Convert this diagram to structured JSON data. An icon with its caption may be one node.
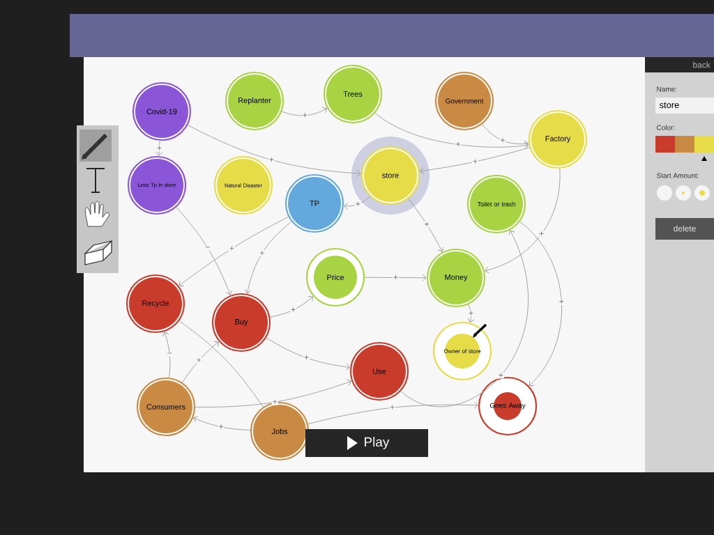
{
  "diagram": {
    "nodes": [
      {
        "text": [
          "Covid-19"
        ]
      },
      {
        "text": [
          "Replanter"
        ]
      },
      {
        "text": [
          "Trees"
        ]
      },
      {
        "text": [
          "Government"
        ]
      },
      {
        "text": [
          "Factory"
        ]
      },
      {
        "text": [
          "Less Tp in store"
        ]
      },
      {
        "text": [
          "Natural Disaster"
        ]
      },
      {
        "text": [
          "TP"
        ]
      },
      {
        "text": [
          "store"
        ]
      },
      {
        "text": [
          "Toilet or trash"
        ]
      },
      {
        "text": [
          "Recycle"
        ]
      },
      {
        "text": [
          "Buy"
        ]
      },
      {
        "text": [
          "Price"
        ]
      },
      {
        "text": [
          "Money"
        ]
      },
      {
        "text": [
          "Owner of store"
        ]
      },
      {
        "text": [
          "Use"
        ]
      },
      {
        "text": [
          "Consumers"
        ]
      },
      {
        "text": [
          "Jobs"
        ]
      },
      {
        "text": [
          "Goes Away"
        ]
      }
    ],
    "edges": [
      {
        "from": 0,
        "to": 5,
        "arrow": "to",
        "label": "+"
      },
      {
        "from": 0,
        "to": 8,
        "arrow": "to",
        "label": "+"
      },
      {
        "from": 1,
        "to": 2,
        "arrow": "to",
        "label": "+"
      },
      {
        "from": 2,
        "to": 4,
        "arrow": "to",
        "label": "+"
      },
      {
        "from": 3,
        "to": 4,
        "arrow": "to",
        "label": "+"
      },
      {
        "from": 4,
        "to": 8,
        "arrow": "to",
        "label": "+"
      },
      {
        "from": 4,
        "to": 13,
        "arrow": "to",
        "label": "+"
      },
      {
        "from": 8,
        "to": 7,
        "arrow": "to",
        "label": "+"
      },
      {
        "from": 8,
        "to": 13,
        "arrow": "to",
        "label": "+"
      },
      {
        "from": 7,
        "to": 10,
        "arrow": "to",
        "label": "+"
      },
      {
        "from": 7,
        "to": 11,
        "arrow": "to",
        "label": "+"
      },
      {
        "from": 5,
        "to": 11,
        "arrow": "to",
        "label": "−"
      },
      {
        "from": 11,
        "to": 12,
        "arrow": "to",
        "label": "+"
      },
      {
        "from": 11,
        "to": 15,
        "arrow": "to",
        "label": "+"
      },
      {
        "from": 12,
        "to": 13,
        "arrow": "to",
        "label": "+"
      },
      {
        "from": 13,
        "to": 14,
        "arrow": "to",
        "label": "+"
      },
      {
        "from": 15,
        "to": 9,
        "arrow": "to",
        "label": "+"
      },
      {
        "from": 9,
        "to": 18,
        "arrow": "to",
        "label": "+"
      },
      {
        "from": 10,
        "to": 17,
        "arrow": "none"
      },
      {
        "from": 16,
        "to": 10,
        "arrow": "to",
        "label": "−"
      },
      {
        "from": 16,
        "to": 11,
        "arrow": "to",
        "label": "+"
      },
      {
        "from": 16,
        "to": 15,
        "arrow": "to",
        "label": "+"
      },
      {
        "from": 17,
        "to": 16,
        "arrow": "to",
        "label": "+"
      },
      {
        "from": 17,
        "to": 18,
        "arrow": "to",
        "label": "+"
      }
    ],
    "labels": [
      "back",
      "Name:",
      "store",
      "Color:",
      "Start Amount:",
      "delete",
      "Play"
    ]
  }
}
